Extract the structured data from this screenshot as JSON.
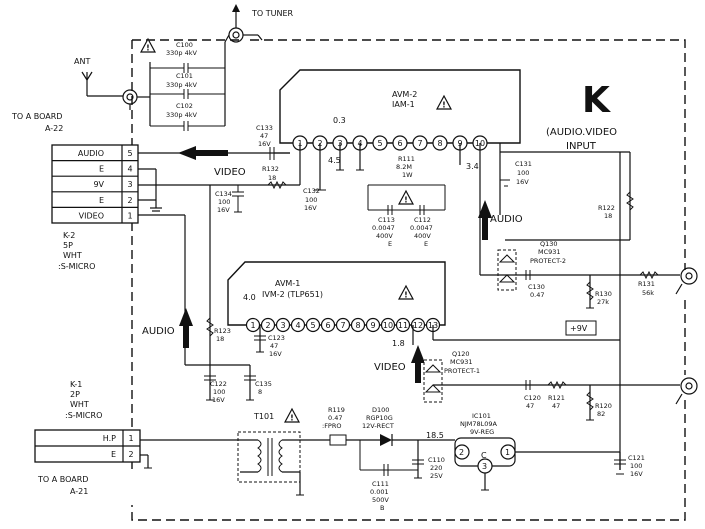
{
  "board": {
    "letter": "K",
    "name_line1": "(AUDIO.VIDEO",
    "name_line2": "INPUT"
  },
  "signals": {
    "to_tuner": "TO TUNER",
    "ant": "ANT",
    "video_top": "VIDEO",
    "audio_right": "AUDIO",
    "audio_left": "AUDIO",
    "video_bottom": "VIDEO",
    "plus9v": "+9V"
  },
  "connectors": {
    "k2": {
      "to_board": "TO A BOARD",
      "board_ref": "A-22",
      "ref": "K-2",
      "pins_desc": "5P",
      "color": "WHT",
      "type": ":S-MICRO",
      "rows": [
        {
          "label": "AUDIO",
          "num": "5"
        },
        {
          "label": "E",
          "num": "4"
        },
        {
          "label": "9V",
          "num": "3"
        },
        {
          "label": "E",
          "num": "2"
        },
        {
          "label": "VIDEO",
          "num": "1"
        }
      ]
    },
    "k1": {
      "ref": "K-1",
      "pins_desc": "2P",
      "color": "WHT",
      "type": ":S-MICRO",
      "to_board": "TO A BOARD",
      "board_ref": "A-21",
      "rows": [
        {
          "label": "H.P",
          "num": "1"
        },
        {
          "label": "E",
          "num": "2"
        }
      ]
    }
  },
  "modules": {
    "avm2": {
      "line1": "AVM-2",
      "line2": "IAM-1",
      "pins": [
        "1",
        "2",
        "3",
        "4",
        "5",
        "6",
        "7",
        "8",
        "9",
        "10"
      ]
    },
    "avm1": {
      "line1": "AVM-1",
      "line2": "IVM-2 (TLP651)",
      "pins": [
        "1",
        "2",
        "3",
        "4",
        "5",
        "6",
        "7",
        "8",
        "9",
        "10",
        "11",
        "12",
        "13"
      ]
    }
  },
  "voltages": {
    "v03": "0.3",
    "v45": "4.5",
    "v34": "3.4",
    "v40": "4.0",
    "v18": "1.8",
    "v185": "18.5"
  },
  "components": {
    "c100": {
      "ref": "C100",
      "val": "330p 4kV"
    },
    "c101": {
      "ref": "C101",
      "val": "330p 4kV"
    },
    "c102": {
      "ref": "C102",
      "val": "330p 4kV"
    },
    "c133": {
      "ref": "C133",
      "v1": "47",
      "v2": "16V"
    },
    "r132": {
      "ref": "R132",
      "val": "18"
    },
    "c134": {
      "ref": "C134",
      "v1": "100",
      "v2": "16V"
    },
    "c132": {
      "ref": "C132",
      "v1": "100",
      "v2": "16V"
    },
    "r111": {
      "ref": "R111",
      "v1": "8.2M",
      "v2": "1W"
    },
    "c113": {
      "ref": "C113",
      "v1": "0.0047",
      "v2": "400V",
      "v3": "E"
    },
    "c112": {
      "ref": "C112",
      "v1": "0.0047",
      "v2": "400V",
      "v3": "E"
    },
    "c131": {
      "ref": "C131",
      "v1": "100",
      "v2": "16V"
    },
    "r122": {
      "ref": "R122",
      "val": "18"
    },
    "q130": {
      "ref": "Q130",
      "part": "MC931",
      "func": "PROTECT-2"
    },
    "c130": {
      "ref": "C130",
      "val": "0.47"
    },
    "r130": {
      "ref": "R130",
      "val": "27k"
    },
    "r131": {
      "ref": "R131",
      "val": "56k"
    },
    "r123": {
      "ref": "R123",
      "val": "18"
    },
    "c123": {
      "ref": "C123",
      "v1": "47",
      "v2": "16V"
    },
    "c122": {
      "ref": "C122",
      "v1": "100",
      "v2": "16V"
    },
    "c135": {
      "ref": "C135",
      "val": "8"
    },
    "q120": {
      "ref": "Q120",
      "part": "MC931",
      "func": "PROTECT-1"
    },
    "c120": {
      "ref": "C120",
      "val": "47"
    },
    "r121": {
      "ref": "R121",
      "val": "47"
    },
    "r120": {
      "ref": "R120",
      "val": "82"
    },
    "t101": {
      "ref": "T101"
    },
    "r119": {
      "ref": "R119",
      "v1": "0.47",
      "v2": ":FPRO"
    },
    "d100": {
      "ref": "D100",
      "part": "RGP10G",
      "func": "12V-RECT"
    },
    "c111": {
      "ref": "C111",
      "v1": "0.001",
      "v2": "500V",
      "v3": "B"
    },
    "c110": {
      "ref": "C110",
      "v1": "220",
      "v2": "25V"
    },
    "ic101": {
      "ref": "IC101",
      "part": "NJM78L09A",
      "func": "9V-REG",
      "p1": "1",
      "p2": "2",
      "p3": "3",
      "mid": "C"
    },
    "c121": {
      "ref": "C121",
      "v1": "100",
      "v2": "16V"
    }
  }
}
